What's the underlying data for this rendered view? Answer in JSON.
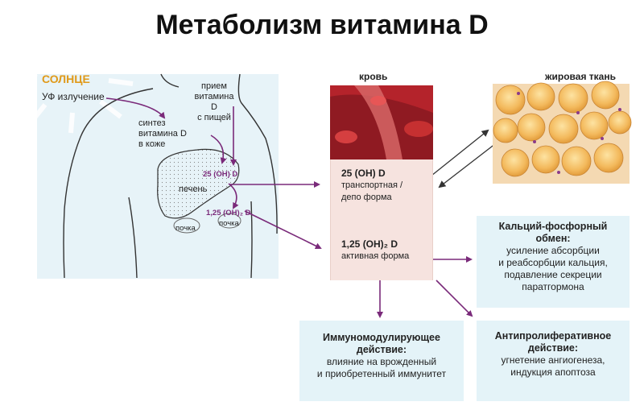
{
  "title": "Метаболизм витамина D",
  "sun": {
    "label": "СОЛНЦЕ",
    "uv": "УФ излучение"
  },
  "body_labels": {
    "intake": [
      "прием",
      "витамина D",
      "с пищей"
    ],
    "synthesis": [
      "синтез",
      "витамина D",
      "в коже"
    ],
    "liver": "печень",
    "kidney_left": "почка",
    "kidney_right": "почка",
    "liver_metabolite": "25 (OH) D",
    "kidney_metabolite": "1,25 (OH)₂ D"
  },
  "blood": {
    "label": "кровь",
    "transport": {
      "formula": "25 (OH) D",
      "desc": [
        "транспортная /",
        "депо форма"
      ]
    },
    "active": {
      "formula": "1,25 (OH)₂ D",
      "desc": "активная форма"
    }
  },
  "fat": {
    "label": "жировая ткань"
  },
  "boxes": {
    "calcium": {
      "heading": [
        "Кальций-фосфорный",
        "обмен:"
      ],
      "body": [
        "усиление абсорбции",
        "и реабсорбции кальция,",
        "подавление секреции",
        "паратгормона"
      ]
    },
    "immune": {
      "heading": [
        "Иммуномодулирующее",
        "действие:"
      ],
      "body": [
        "влияние на врожденный",
        "и приобретенный иммунитет"
      ]
    },
    "antiprolif": {
      "heading": [
        "Антипролиферативное",
        "действие:"
      ],
      "body": [
        "угнетение ангиогенеза,",
        "индукция апоптоза"
      ]
    }
  },
  "colors": {
    "arrow": "#7a2a7a",
    "sun": "#e09a1a",
    "panel": "#e4f3f8",
    "blood_column": "#f6e3df"
  }
}
